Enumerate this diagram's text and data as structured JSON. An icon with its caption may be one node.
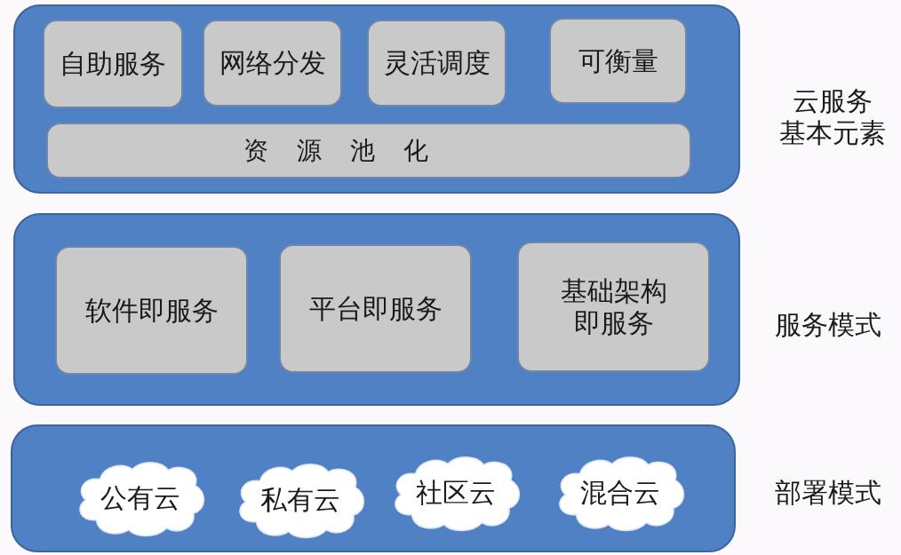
{
  "diagram": {
    "nodes": [
      {
        "text": [
          "云服务基本元素"
        ]
      },
      {
        "text": [
          "自助服务"
        ],
        "in": 0
      },
      {
        "text": [
          "网络分发"
        ],
        "in": 0
      },
      {
        "text": [
          "灵活调度"
        ],
        "in": 0
      },
      {
        "text": [
          "可衡量"
        ],
        "in": 0
      },
      {
        "text": [
          "资源池化"
        ],
        "in": 0
      },
      {
        "text": [
          "服务模式"
        ]
      },
      {
        "text": [
          "软件即服务"
        ],
        "in": 6
      },
      {
        "text": [
          "平台即服务"
        ],
        "in": 6
      },
      {
        "text": [
          "基础架构即服务"
        ],
        "in": 6
      },
      {
        "text": [
          "部署模式"
        ]
      },
      {
        "text": [
          "公有云"
        ],
        "in": 10
      },
      {
        "text": [
          "私有云"
        ],
        "in": 10
      },
      {
        "text": [
          "社区云"
        ],
        "in": 10
      },
      {
        "text": [
          "混合云"
        ],
        "in": 10
      }
    ]
  }
}
